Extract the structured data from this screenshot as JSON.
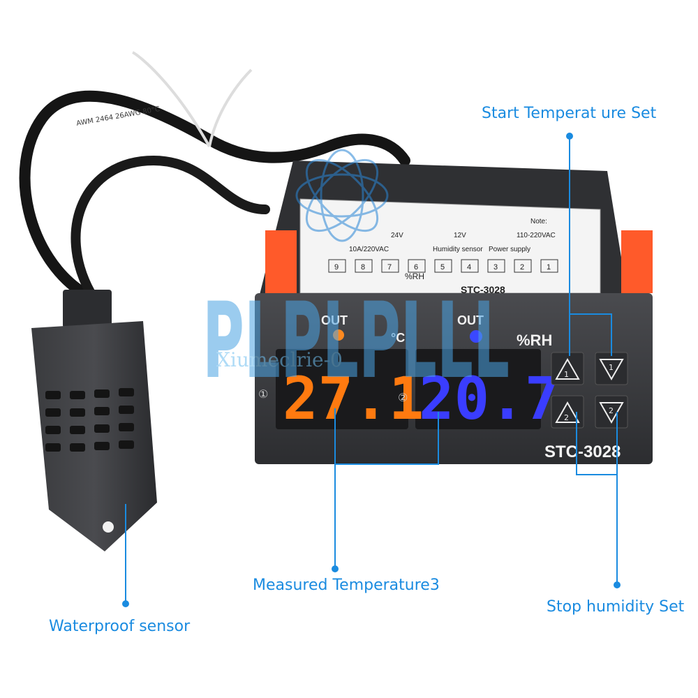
{
  "device": {
    "model": "STC-3028",
    "label_model": "STC-3028",
    "out_left": "OUT",
    "out_right": "OUT",
    "unit_left": "°C",
    "unit_right": "%RH",
    "display_left": "27.1",
    "display_right": "20.7",
    "button_up_1": "1",
    "button_down_1": "1",
    "button_up_2": "2",
    "button_down_2": "2",
    "marker_1": "①",
    "marker_2": "②"
  },
  "top_label": {
    "rh": "%RH",
    "power_supply": "Power supply",
    "humidity_sensor": "Humidity sensor",
    "rating": "10A/220VAC",
    "v1": "110-220VAC",
    "v2": "12V",
    "v3": "24V",
    "note": "Note:",
    "terminals": [
      "1",
      "2",
      "3",
      "4",
      "5",
      "6",
      "7",
      "8",
      "9"
    ]
  },
  "cable_text": "AWM 2464 26AWG 80°C",
  "watermark": {
    "text": "PLPLPLLL",
    "script": "Xiumeclrie-0"
  },
  "callouts": {
    "start": "Start Temperat ure Set",
    "measured": "Measured Temperature3",
    "stop": "Stop humidity Set",
    "sensor": "Waterproof sensor"
  },
  "colors": {
    "callout": "#1a8be0",
    "left_display": "#ff7a10",
    "right_display": "#3a3dff",
    "housing": "#3a3b3e",
    "clips": "#ff5a2a"
  }
}
